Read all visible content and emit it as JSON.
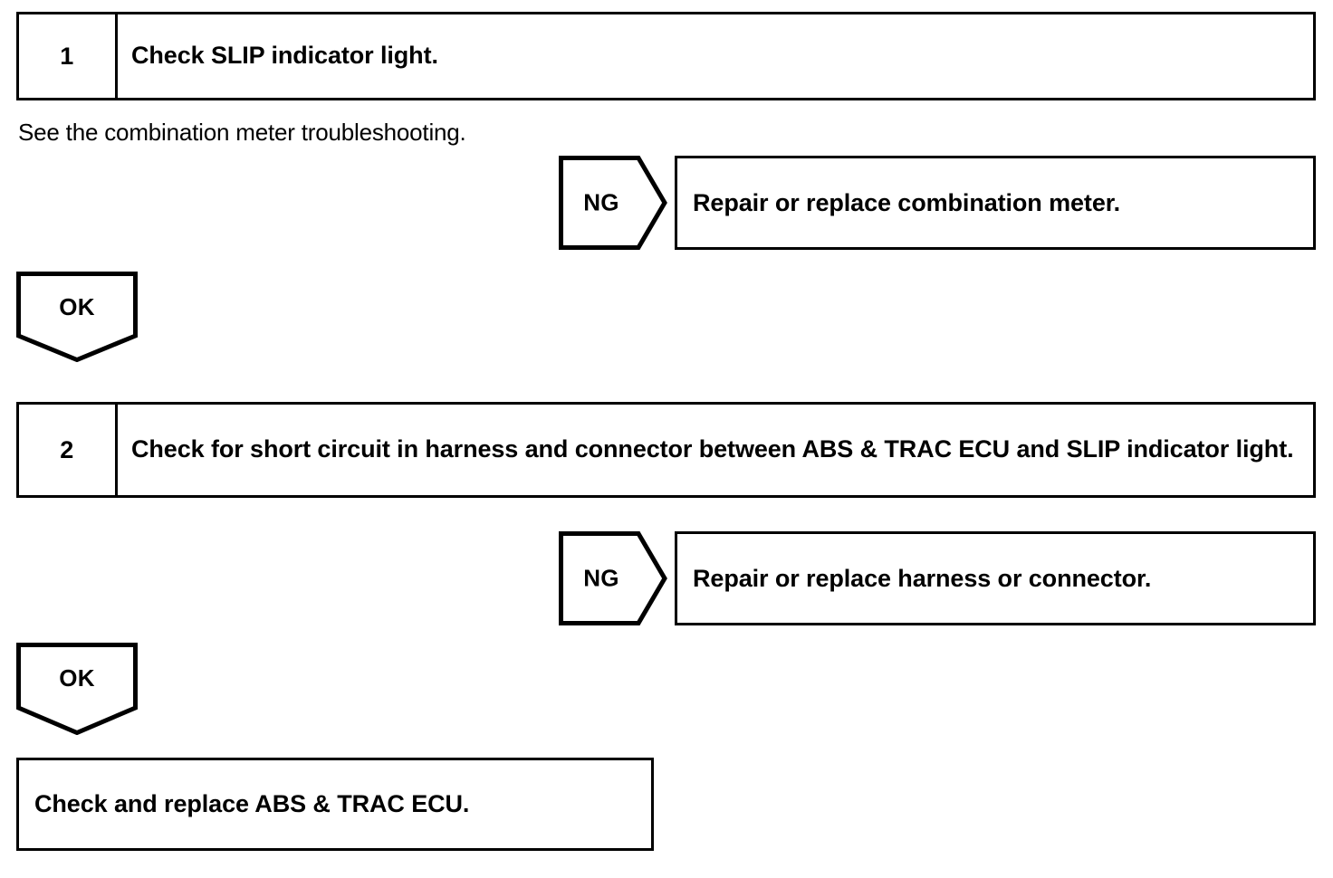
{
  "document": {
    "type": "troubleshooting-flowchart",
    "title": "SLIP indicator light circuit troubleshooting"
  },
  "steps": [
    {
      "number": "1",
      "instruction": "Check SLIP indicator light.",
      "note": "See the combination meter troubleshooting.",
      "ng": {
        "label": "NG",
        "action": "Repair or replace combination meter."
      },
      "ok": {
        "label": "OK"
      }
    },
    {
      "number": "2",
      "instruction": "Check for short circuit in harness and connector between ABS & TRAC ECU and SLIP indicator light.",
      "ng": {
        "label": "NG",
        "action": "Repair or replace harness or connector."
      },
      "ok": {
        "label": "OK"
      }
    }
  ],
  "conclusion": {
    "text": "Check and replace ABS & TRAC ECU."
  },
  "colors": {
    "ink": "#000000",
    "paper": "#ffffff"
  }
}
